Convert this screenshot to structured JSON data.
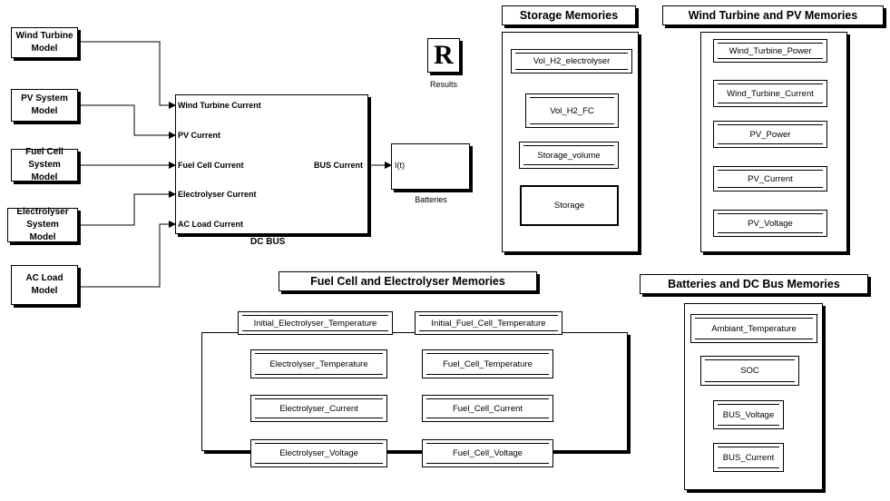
{
  "sources": [
    {
      "id": "wind",
      "label": "Wind Turbine\nModel"
    },
    {
      "id": "pv",
      "label": "PV System\nModel"
    },
    {
      "id": "fc",
      "label": "Fuel Cell System\nModel"
    },
    {
      "id": "el",
      "label": "Electrolyser System\nModel"
    },
    {
      "id": "ac",
      "label": "AC Load\nModel"
    }
  ],
  "dc_bus": {
    "name": "DC BUS",
    "inputs": [
      "Wind Turbine Current",
      "PV Current",
      "Fuel Cell Current",
      "Electrolyser Current",
      "AC Load Current"
    ],
    "output": "BUS Current"
  },
  "batteries": {
    "name": "Batteries",
    "input": "I(t)"
  },
  "results": {
    "glyph": "R",
    "name": "Results"
  },
  "storage_memories": {
    "title": "Storage Memories",
    "items": [
      "Vol_H2_electrolyser",
      "Vol_H2_FC",
      "Storage_volume",
      "Storage"
    ]
  },
  "wind_pv_memories": {
    "title": "Wind Turbine and PV Memories",
    "items": [
      "Wind_Turbine_Power",
      "Wind_Turbine_Current",
      "PV_Power",
      "PV_Current",
      "PV_Voltage"
    ]
  },
  "fc_el_memories": {
    "title": "Fuel Cell and Electrolyser Memories",
    "left": [
      "Initial_Electrolyser_Temperature",
      "Electrolyser_Temperature",
      "Electrolyser_Current",
      "Electrolyser_Voltage"
    ],
    "right": [
      "Initial_Fuel_Cell_Temperature",
      "Fuel_Cell_Temperature",
      "Fuel_Cell_Current",
      "Fuel_Cell_Voltage"
    ]
  },
  "batt_dc_memories": {
    "title": "Batteries and DC Bus Memories",
    "items": [
      "Ambiant_Temperature",
      "SOC",
      "BUS_Voltage",
      "BUS_Current"
    ]
  }
}
